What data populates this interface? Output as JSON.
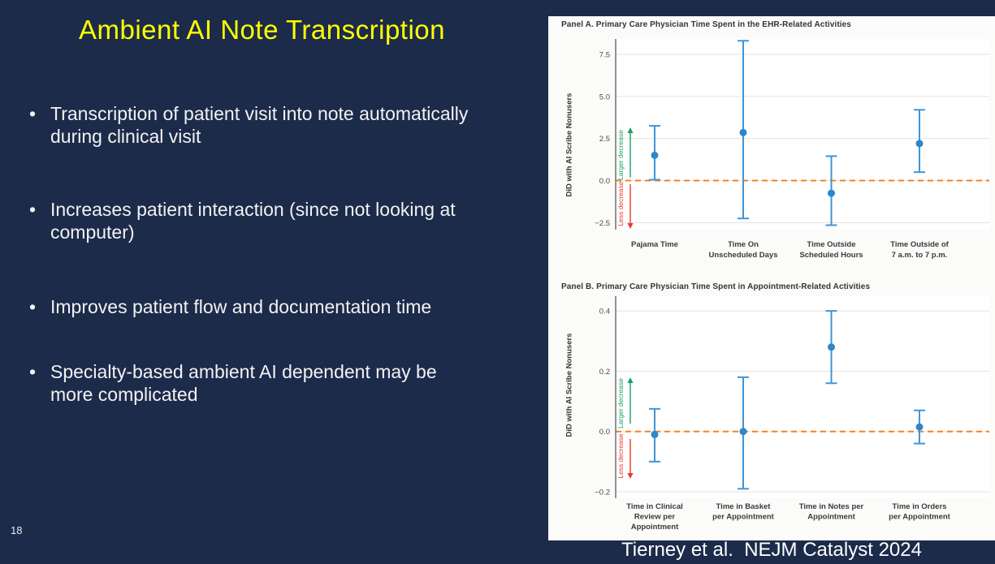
{
  "slide": {
    "page_number": "18",
    "title": "Ambient AI Note Transcription",
    "bullets": [
      "Transcription of patient visit into note automatically\nduring clinical visit",
      "Increases patient interaction (since not looking at\ncomputer)",
      "Improves patient flow and documentation time",
      "Specialty-based ambient AI dependent may be\nmore complicated"
    ],
    "citation": "Tierney et al.  NEJM Catalyst 2024"
  },
  "colors": {
    "background": "#1c2b4a",
    "title_yellow": "#ffff00",
    "body_text": "#f2f2f2",
    "panel_bg": "#fbfbf9",
    "plot_bg": "#ffffff",
    "grid": "#e3e3e1",
    "axis": "#5a5a5a",
    "tick": "#4a4a4a",
    "category": "#3a3a3a",
    "blue": "#4095d6",
    "blue_marker": "#2e86cb",
    "orange": "#f58220",
    "green": "#12a263",
    "red": "#e8392c"
  },
  "chart_data": [
    {
      "type": "errorbar",
      "title": "Panel A. Primary Care Physician Time Spent in the EHR-Related Activities",
      "ylabel": "DiD with AI Scribe Nonusers",
      "ylim": [
        -3.4,
        8.45
      ],
      "grid": true,
      "zero_reference_line": 0.0,
      "yticks": [
        {
          "label": "7.5",
          "value": 7.5
        },
        {
          "label": "5.0",
          "value": 5.0
        },
        {
          "label": "2.5",
          "value": 2.5
        },
        {
          "label": "0.0",
          "value": 0.0
        },
        {
          "label": "−2.5",
          "value": -2.5
        }
      ],
      "categories": [
        [
          "Pajama Time"
        ],
        [
          "Time On",
          "Unscheduled Days"
        ],
        [
          "Time Outside",
          "Scheduled Hours"
        ],
        [
          "Time Outside of",
          "7 a.m. to 7 p.m."
        ]
      ],
      "points": [
        {
          "value": 1.5,
          "ci_low": 0.05,
          "ci_high": 3.25
        },
        {
          "value": 2.85,
          "ci_low": -2.25,
          "ci_high": 8.3
        },
        {
          "value": -0.75,
          "ci_low": -2.65,
          "ci_high": 1.45
        },
        {
          "value": 2.2,
          "ci_low": 0.5,
          "ci_high": 4.2
        }
      ],
      "annotations": {
        "up_label": "Larger decrease",
        "down_label": "Less decrease"
      }
    },
    {
      "type": "errorbar",
      "title": "Panel B. Primary Care Physician Time Spent in Appointment-Related Activities",
      "ylabel": "DiD with AI Scribe Nonusers",
      "ylim": [
        -0.235,
        0.45
      ],
      "grid": true,
      "zero_reference_line": 0.0,
      "yticks": [
        {
          "label": "0.4",
          "value": 0.4
        },
        {
          "label": "0.2",
          "value": 0.2
        },
        {
          "label": "0.0",
          "value": 0.0
        },
        {
          "label": "−0.2",
          "value": -0.2
        }
      ],
      "categories": [
        [
          "Time in Clinical",
          "Review per",
          "Appointment"
        ],
        [
          "Time in Basket",
          "per Appointment"
        ],
        [
          "Time in Notes per",
          "Appointment"
        ],
        [
          "Time in Orders",
          "per Appointment"
        ]
      ],
      "points": [
        {
          "value": -0.01,
          "ci_low": -0.1,
          "ci_high": 0.075
        },
        {
          "value": 0.0,
          "ci_low": -0.19,
          "ci_high": 0.18
        },
        {
          "value": 0.28,
          "ci_low": 0.16,
          "ci_high": 0.4
        },
        {
          "value": 0.015,
          "ci_low": -0.04,
          "ci_high": 0.07
        }
      ],
      "annotations": {
        "up_label": "Larger decrease",
        "down_label": "Less decrease"
      }
    }
  ]
}
